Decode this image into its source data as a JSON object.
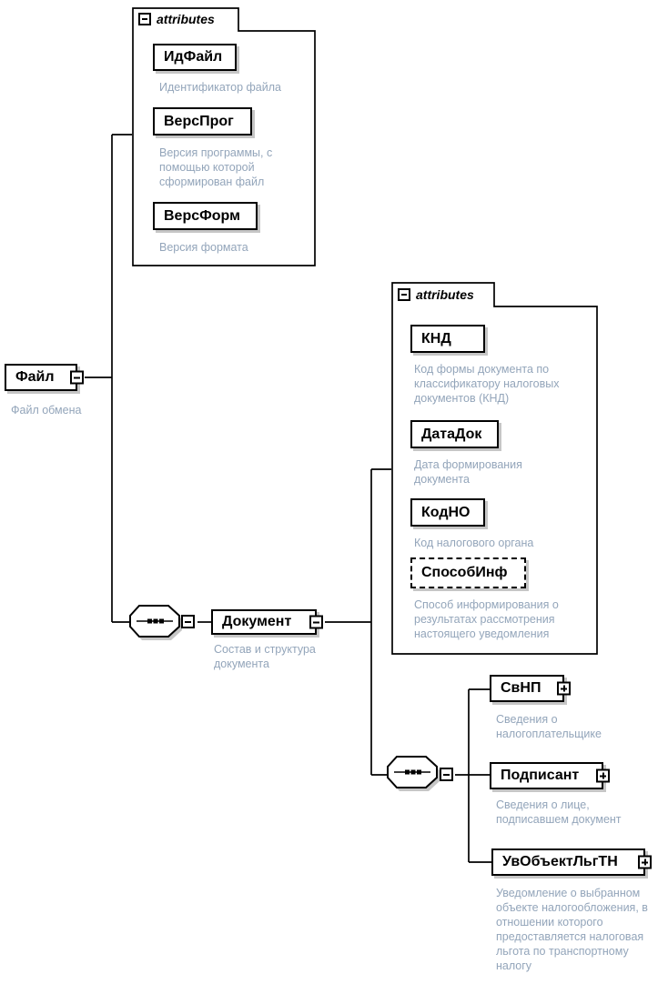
{
  "colors": {
    "background": "#ffffff",
    "node_border": "#000000",
    "name_text": "#000000",
    "annotation_text": "#93a5ba",
    "shadow": "#c6c6c6"
  },
  "diagram": {
    "root": {
      "name": "Файл",
      "annotation": "Файл обмена"
    },
    "root_attributes": {
      "label": "attributes",
      "items": [
        {
          "name": "ИдФайл",
          "annotation": "Идентификатор файла"
        },
        {
          "name": "ВерсПрог",
          "annotation": "Версия программы, с помощью которой сформирован файл"
        },
        {
          "name": "ВерсФорм",
          "annotation": "Версия формата"
        }
      ]
    },
    "document": {
      "name": "Документ",
      "annotation": "Состав и структура документа"
    },
    "document_attributes": {
      "label": "attributes",
      "items": [
        {
          "name": "КНД",
          "annotation": "Код формы документа по классификатору налоговых документов (КНД)"
        },
        {
          "name": "ДатаДок",
          "annotation": "Дата формирования документа"
        },
        {
          "name": "КодНО",
          "annotation": "Код налогового органа"
        },
        {
          "name": "СпособИнф",
          "annotation": "Способ информирования о результатах рассмотрения настоящего уведомления"
        }
      ]
    },
    "document_children": [
      {
        "name": "СвНП",
        "annotation": "Сведения о налогоплательщике"
      },
      {
        "name": "Подписант",
        "annotation": "Сведения о лице, подписавшем документ"
      },
      {
        "name": "УвОбъектЛьгТН",
        "annotation": "Уведомление о выбранном объекте налогообложения, в отношении которого предоставляется налоговая льгота по транспортному налогу"
      }
    ]
  }
}
